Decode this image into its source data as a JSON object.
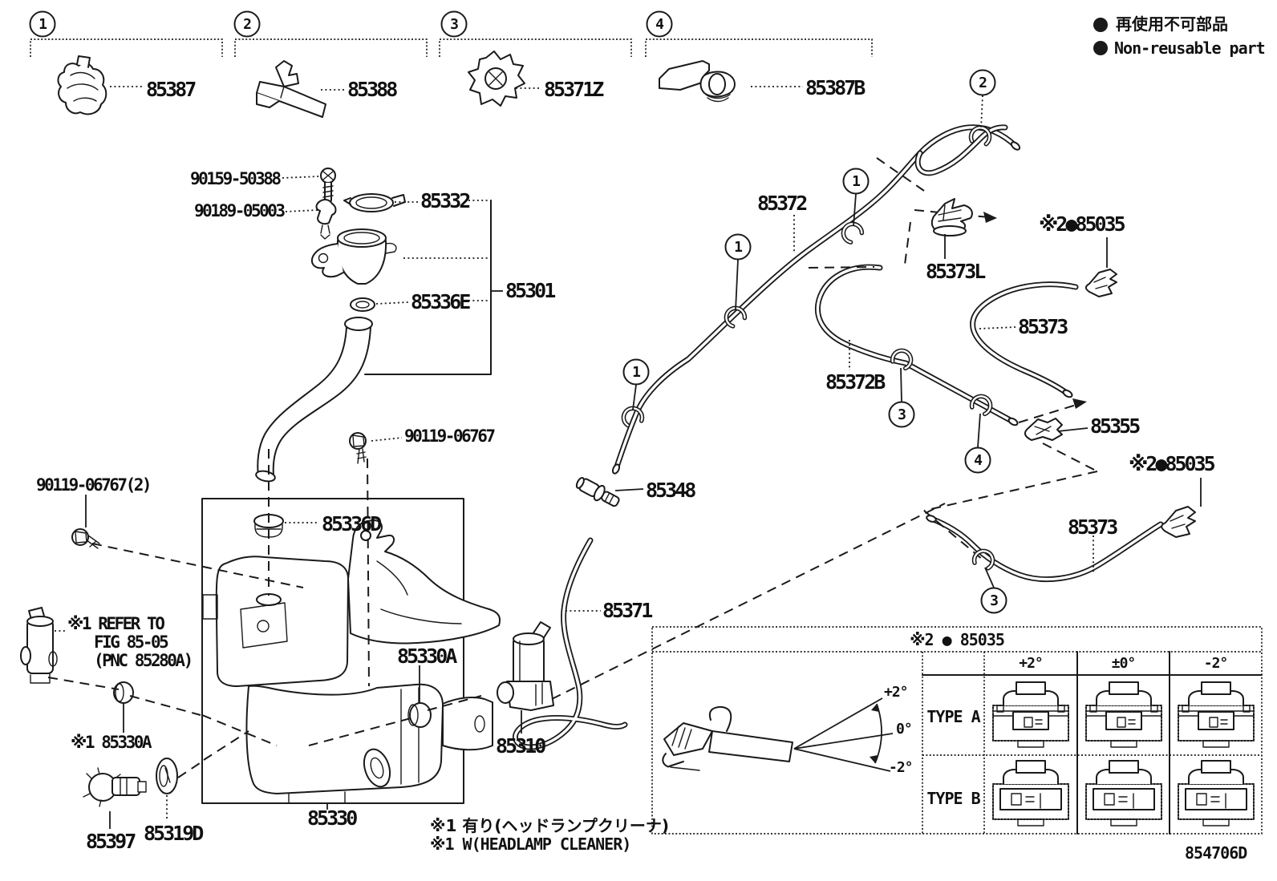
{
  "legend": {
    "bullet": "●",
    "ja": "再使用不可部品",
    "en": "Non-reusable part"
  },
  "callouts": {
    "c1": "1",
    "c2": "2",
    "c3": "3",
    "c4": "4"
  },
  "sections": [
    {
      "num": "1",
      "part": "85387"
    },
    {
      "num": "2",
      "part": "85388"
    },
    {
      "num": "3",
      "part": "85371Z"
    },
    {
      "num": "4",
      "part": "85387B"
    }
  ],
  "labels": {
    "p85387": "85387",
    "p85388": "85388",
    "p85371Z": "85371Z",
    "p85387B": "85387B",
    "s90159": "90159-50388",
    "s90189": "90189-05003",
    "p85332": "85332",
    "p85301": "85301",
    "p85336E": "85336E",
    "p85336D": "85336D",
    "b90119": "90119-06767",
    "b90119x2": "90119-06767(2)",
    "refer1": "※1 REFER TO",
    "refer2": "FIG 85-05",
    "refer3": "(PNC 85280A)",
    "p85330A_note": "※1 85330A",
    "p85330A": "85330A",
    "p85397": "85397",
    "p85319D": "85319D",
    "p85330": "85330",
    "p85310": "85310",
    "p85371": "85371",
    "p85348": "85348",
    "p85372": "85372",
    "p85372B": "85372B",
    "p85373L": "85373L",
    "p85373_upper": "85373",
    "p85373_lower": "85373",
    "p85355": "85355",
    "ref85035_upper": "※2●85035",
    "ref85035_lower": "※2●85035",
    "doc_number": "854706D"
  },
  "table": {
    "header": "※2 ● 85035",
    "cols": [
      "+2°",
      "±0°",
      "-2°"
    ],
    "rows": [
      "TYPE A",
      "TYPE B"
    ]
  },
  "fan": {
    "plus": "+2°",
    "zero": "0°",
    "minus": "-2°"
  },
  "notes": {
    "ja": "※1 有り(ヘッドランプクリーナ)",
    "en": "※1 W(HEADLAMP CLEANER)"
  }
}
